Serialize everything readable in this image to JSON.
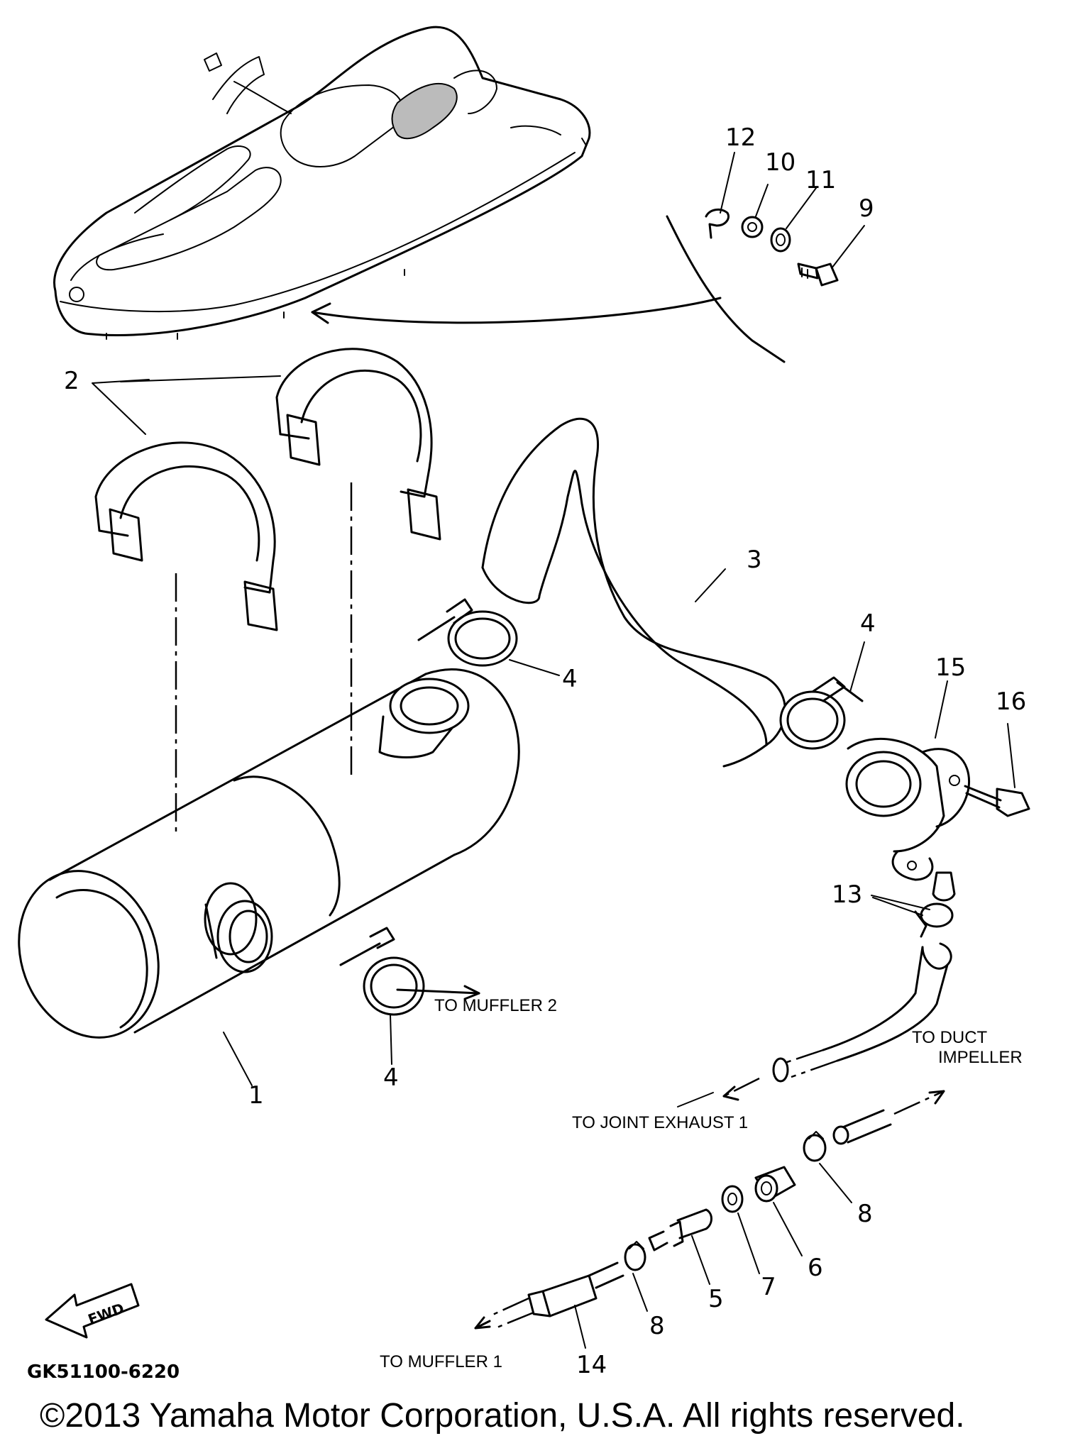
{
  "parts": {
    "p1": "1",
    "p2": "2",
    "p3": "3",
    "p4a": "4",
    "p4b": "4",
    "p4c": "4",
    "p5": "5",
    "p6": "6",
    "p7": "7",
    "p8a": "8",
    "p8b": "8",
    "p9": "9",
    "p10": "10",
    "p11": "11",
    "p12": "12",
    "p13": "13",
    "p14": "14",
    "p15": "15",
    "p16": "16"
  },
  "destinations": {
    "to_muffler_2": "TO MUFFLER 2",
    "to_duct_line1": "TO DUCT",
    "to_duct_line2": "IMPELLER",
    "to_joint_exhaust": "TO JOINT EXHAUST 1",
    "to_muffler_1": "TO MUFFLER 1"
  },
  "fwd_label": "FWD",
  "diagram_code": "GK51100-6220",
  "copyright": "©2013 Yamaha Motor Corporation, U.S.A. All rights reserved.",
  "icons": {
    "direction": "fwd-arrow-icon"
  }
}
